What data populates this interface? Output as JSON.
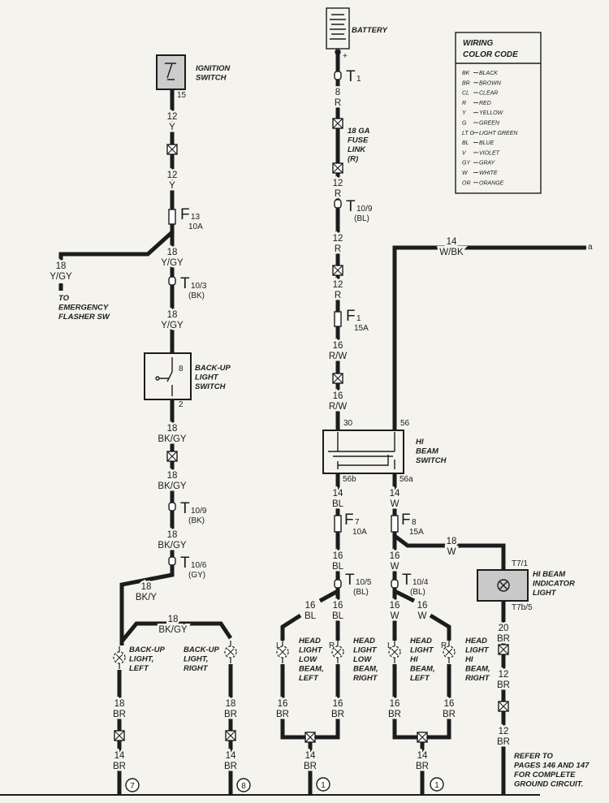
{
  "legend": {
    "title": [
      "WIRING",
      "COLOR CODE"
    ],
    "entries": [
      {
        "code": "BK",
        "name": "BLACK"
      },
      {
        "code": "BR",
        "name": "BROWN"
      },
      {
        "code": "CL",
        "name": "CLEAR"
      },
      {
        "code": "R",
        "name": "RED"
      },
      {
        "code": "Y",
        "name": "YELLOW"
      },
      {
        "code": "G",
        "name": "GREEN"
      },
      {
        "code": "LT G",
        "name": "LIGHT GREEN"
      },
      {
        "code": "BL",
        "name": "BLUE"
      },
      {
        "code": "V",
        "name": "VIOLET"
      },
      {
        "code": "GY",
        "name": "GRAY"
      },
      {
        "code": "W",
        "name": "WHITE"
      },
      {
        "code": "OR",
        "name": "ORANGE"
      }
    ]
  },
  "wires": [
    {
      "gauge": "12",
      "color": "Y"
    },
    {
      "gauge": "12",
      "color": "Y"
    },
    {
      "gauge": "18",
      "color": "Y/GY"
    },
    {
      "gauge": "18",
      "color": "Y/GY"
    },
    {
      "gauge": "18",
      "color": "Y/GY"
    },
    {
      "gauge": "18",
      "color": "BK/GY"
    },
    {
      "gauge": "18",
      "color": "BK/GY"
    },
    {
      "gauge": "18",
      "color": "BK/GY"
    },
    {
      "gauge": "18",
      "color": "BK/Y"
    },
    {
      "gauge": "18",
      "color": "BK/GY"
    },
    {
      "gauge": "18",
      "color": "BR"
    },
    {
      "gauge": "14",
      "color": "BR"
    },
    {
      "gauge": "18",
      "color": "BR"
    },
    {
      "gauge": "14",
      "color": "BR"
    },
    {
      "gauge": "8",
      "color": "R"
    },
    {
      "gauge": "12",
      "color": "R"
    },
    {
      "gauge": "12",
      "color": "R"
    },
    {
      "gauge": "12",
      "color": "R"
    },
    {
      "gauge": "16",
      "color": "R/W"
    },
    {
      "gauge": "16",
      "color": "R/W"
    },
    {
      "gauge": "14",
      "color": "W/BK"
    },
    {
      "gauge": "14",
      "color": "BL"
    },
    {
      "gauge": "16",
      "color": "BL"
    },
    {
      "gauge": "14",
      "color": "W"
    },
    {
      "gauge": "16",
      "color": "W"
    },
    {
      "gauge": "18",
      "color": "W"
    },
    {
      "gauge": "16",
      "color": "BL"
    },
    {
      "gauge": "16",
      "color": "BL"
    },
    {
      "gauge": "16",
      "color": "W"
    },
    {
      "gauge": "16",
      "color": "W"
    },
    {
      "gauge": "16",
      "color": "BR"
    },
    {
      "gauge": "16",
      "color": "BR"
    },
    {
      "gauge": "14",
      "color": "BR"
    },
    {
      "gauge": "16",
      "color": "BR"
    },
    {
      "gauge": "16",
      "color": "BR"
    },
    {
      "gauge": "14",
      "color": "BR"
    },
    {
      "gauge": "20",
      "color": "BR"
    },
    {
      "gauge": "12",
      "color": "BR"
    },
    {
      "gauge": "12",
      "color": "BR"
    }
  ],
  "terminals": [
    {
      "letter": "T",
      "sub": "1",
      "note": ""
    },
    {
      "letter": "T",
      "sub": "10/9",
      "note": "(BL)"
    },
    {
      "letter": "F",
      "sub": "1",
      "note": "15A"
    },
    {
      "letter": "F",
      "sub": "13",
      "note": "10A"
    },
    {
      "letter": "T",
      "sub": "10/3",
      "note": "(BK)"
    },
    {
      "letter": "T",
      "sub": "10/9",
      "note": "(BK)"
    },
    {
      "letter": "T",
      "sub": "10/6",
      "note": "(GY)"
    },
    {
      "letter": "F",
      "sub": "7",
      "note": "10A"
    },
    {
      "letter": "F",
      "sub": "8",
      "note": "15A"
    },
    {
      "letter": "T",
      "sub": "10/5",
      "note": "(BL)"
    },
    {
      "letter": "T",
      "sub": "10/4",
      "note": "(BL)"
    }
  ],
  "components": {
    "battery": [
      "BATTERY"
    ],
    "fuse_link": [
      "18 GA",
      "FUSE",
      "LINK",
      "(R)"
    ],
    "ignition_switch": [
      "IGNITION",
      "SWITCH"
    ],
    "emergency_flasher": [
      "TO",
      "EMERGENCY",
      "FLASHER SW"
    ],
    "backup_switch": [
      "BACK-UP",
      "LIGHT",
      "SWITCH"
    ],
    "hi_beam_switch": [
      "HI",
      "BEAM",
      "SWITCH"
    ],
    "hi_beam_indicator": [
      "HI BEAM",
      "INDICATOR",
      "LIGHT"
    ],
    "backup_left": [
      "BACK-UP",
      "LIGHT,",
      "LEFT"
    ],
    "backup_right": [
      "BACK-UP",
      "LIGHT,",
      "RIGHT"
    ],
    "low_left": [
      "HEAD",
      "LIGHT",
      "LOW",
      "BEAM,",
      "LEFT"
    ],
    "low_right": [
      "HEAD",
      "LIGHT",
      "LOW",
      "BEAM,",
      "RIGHT"
    ],
    "hi_left": [
      "HEAD",
      "LIGHT",
      "HI",
      "BEAM,",
      "LEFT"
    ],
    "hi_right": [
      "HEAD",
      "LIGHT",
      "HI",
      "BEAM,",
      "RIGHT"
    ],
    "note": [
      "REFER TO",
      "PAGES 146 AND 147",
      "FOR COMPLETE",
      "GROUND CIRCUIT."
    ]
  },
  "pins": [
    "+",
    "15",
    "8",
    "2",
    "30",
    "56",
    "56b",
    "56a",
    "T7/1",
    "T7b/5",
    "a",
    "L",
    "R",
    "L",
    "R"
  ],
  "grounds": [
    "7",
    "8",
    "1",
    "1"
  ]
}
